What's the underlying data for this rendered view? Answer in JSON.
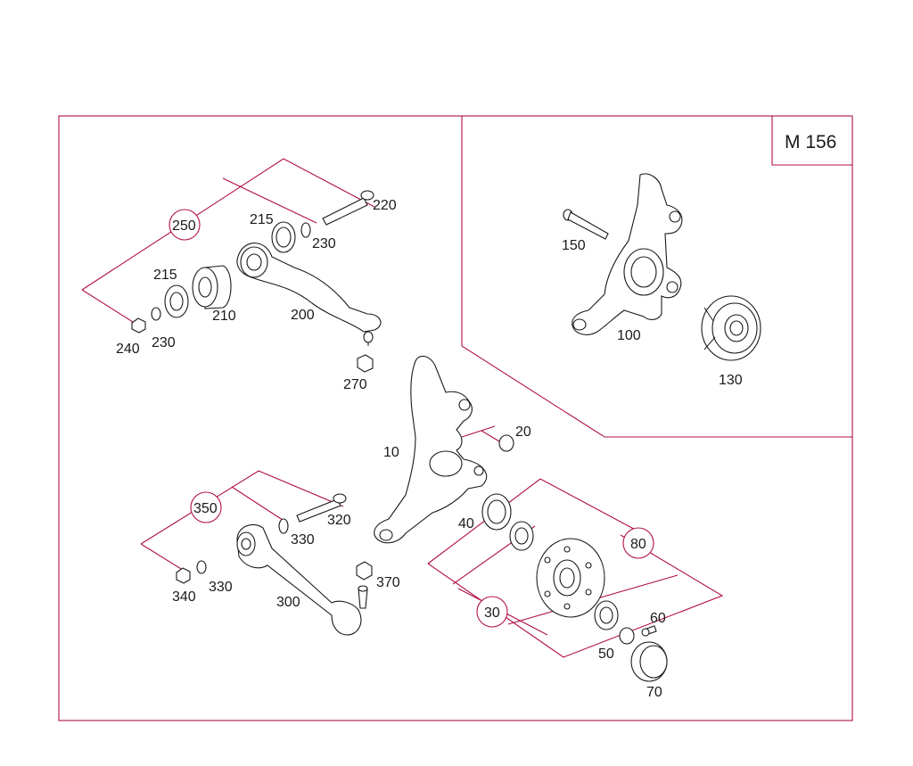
{
  "variant_code": "M 156",
  "labels": {
    "l10": "10",
    "l20": "20",
    "l30": "30",
    "l40": "40",
    "l50": "50",
    "l60": "60",
    "l70": "70",
    "l80": "80",
    "l100": "100",
    "l130": "130",
    "l150": "150",
    "l200": "200",
    "l210": "210",
    "l215a": "215",
    "l215b": "215",
    "l220": "220",
    "l230a": "230",
    "l230b": "230",
    "l240": "240",
    "l250": "250",
    "l270": "270",
    "l300": "300",
    "l320": "320",
    "l330a": "330",
    "l330b": "330",
    "l340": "340",
    "l350": "350",
    "l370": "370"
  },
  "colors": {
    "frame": "#b01040",
    "part_line": "#1a1a1a",
    "background": "#ffffff"
  }
}
